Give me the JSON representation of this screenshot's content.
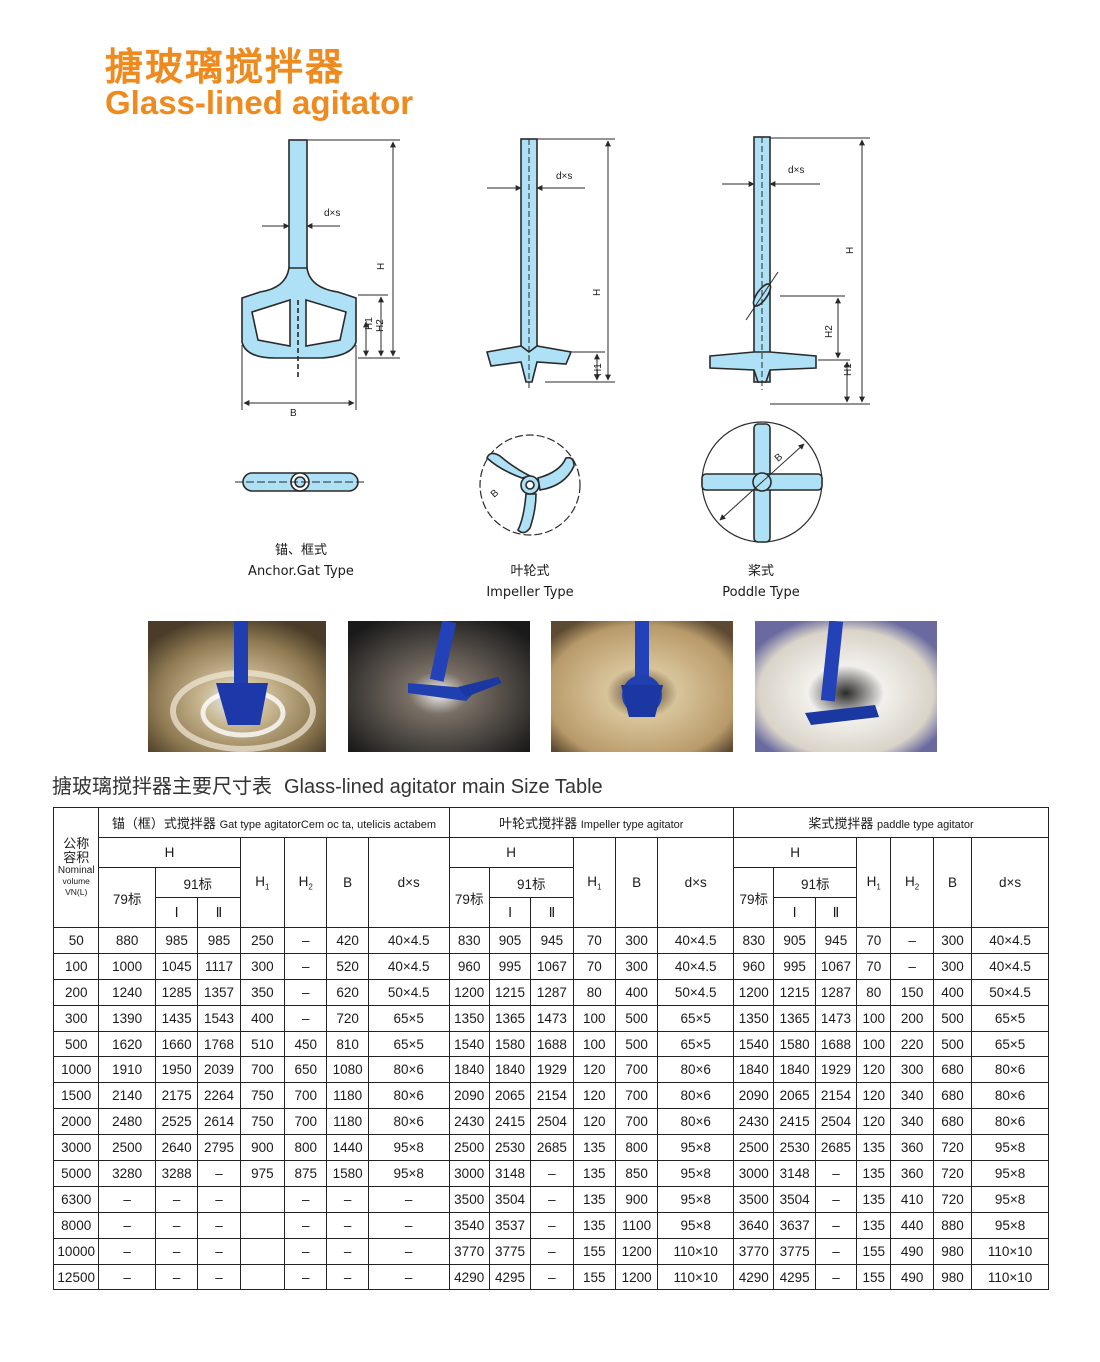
{
  "header": {
    "title_cn": "搪玻璃搅拌器",
    "title_en": "Glass-lined agitator"
  },
  "diagrams": {
    "anchor": {
      "caption_cn": "锚、框式",
      "caption_en": "Anchor.Gat Type",
      "label_dxs": "d×s",
      "label_H": "H",
      "label_H1": "H1",
      "label_H2": "H2",
      "label_B": "B"
    },
    "impeller": {
      "caption_cn": "叶轮式",
      "caption_en": "Impeller Type",
      "label_dxs": "d×s",
      "label_H": "H",
      "label_H1": "H1",
      "label_B": "B"
    },
    "paddle": {
      "caption_cn": "桨式",
      "caption_en": "Poddle Type",
      "label_dxs": "d×s",
      "label_H": "H",
      "label_H1": "H1",
      "label_H2": "H2",
      "label_B": "B"
    }
  },
  "colors": {
    "accent": "#ee8a1e",
    "agitator_blue": "#aee1f5",
    "outline": "#2a2a2a"
  },
  "table": {
    "title_cn": "搪玻璃搅拌器主要尺寸表",
    "title_en": "Glass-lined agitator main Size Table",
    "volume_header": {
      "cn1": "公称",
      "cn2": "容积",
      "en1": "Nominal",
      "en2": "volume",
      "en3": "VN(L)"
    },
    "groups": {
      "anchor": {
        "cn": "锚（框）式搅拌器",
        "en": "Gat type agitatorCem oc ta, utelicis actabem"
      },
      "impeller": {
        "cn": "叶轮式搅拌器",
        "en": "Impeller type agitator"
      },
      "paddle": {
        "cn": "桨式搅拌器",
        "en": "paddle type agitator"
      }
    },
    "sub": {
      "H": "H",
      "std79": "79标",
      "std91": "91标",
      "I": "Ⅰ",
      "II": "Ⅱ",
      "H1": "H",
      "H1sub": "1",
      "H2": "H",
      "H2sub": "2",
      "B": "B",
      "dxs": "d×s"
    },
    "rows": [
      [
        "50",
        "880",
        "985",
        "985",
        "250",
        "–",
        "420",
        "40×4.5",
        "830",
        "905",
        "945",
        "70",
        "300",
        "40×4.5",
        "830",
        "905",
        "945",
        "70",
        "–",
        "300",
        "40×4.5"
      ],
      [
        "100",
        "1000",
        "1045",
        "1117",
        "300",
        "–",
        "520",
        "40×4.5",
        "960",
        "995",
        "1067",
        "70",
        "300",
        "40×4.5",
        "960",
        "995",
        "1067",
        "70",
        "–",
        "300",
        "40×4.5"
      ],
      [
        "200",
        "1240",
        "1285",
        "1357",
        "350",
        "–",
        "620",
        "50×4.5",
        "1200",
        "1215",
        "1287",
        "80",
        "400",
        "50×4.5",
        "1200",
        "1215",
        "1287",
        "80",
        "150",
        "400",
        "50×4.5"
      ],
      [
        "300",
        "1390",
        "1435",
        "1543",
        "400",
        "–",
        "720",
        "65×5",
        "1350",
        "1365",
        "1473",
        "100",
        "500",
        "65×5",
        "1350",
        "1365",
        "1473",
        "100",
        "200",
        "500",
        "65×5"
      ],
      [
        "500",
        "1620",
        "1660",
        "1768",
        "510",
        "450",
        "810",
        "65×5",
        "1540",
        "1580",
        "1688",
        "100",
        "500",
        "65×5",
        "1540",
        "1580",
        "1688",
        "100",
        "220",
        "500",
        "65×5"
      ],
      [
        "1000",
        "1910",
        "1950",
        "2039",
        "700",
        "650",
        "1080",
        "80×6",
        "1840",
        "1840",
        "1929",
        "120",
        "700",
        "80×6",
        "1840",
        "1840",
        "1929",
        "120",
        "300",
        "680",
        "80×6"
      ],
      [
        "1500",
        "2140",
        "2175",
        "2264",
        "750",
        "700",
        "1180",
        "80×6",
        "2090",
        "2065",
        "2154",
        "120",
        "700",
        "80×6",
        "2090",
        "2065",
        "2154",
        "120",
        "340",
        "680",
        "80×6"
      ],
      [
        "2000",
        "2480",
        "2525",
        "2614",
        "750",
        "700",
        "1180",
        "80×6",
        "2430",
        "2415",
        "2504",
        "120",
        "700",
        "80×6",
        "2430",
        "2415",
        "2504",
        "120",
        "340",
        "680",
        "80×6"
      ],
      [
        "3000",
        "2500",
        "2640",
        "2795",
        "900",
        "800",
        "1440",
        "95×8",
        "2500",
        "2530",
        "2685",
        "135",
        "800",
        "95×8",
        "2500",
        "2530",
        "2685",
        "135",
        "360",
        "720",
        "95×8"
      ],
      [
        "5000",
        "3280",
        "3288",
        "–",
        "975",
        "875",
        "1580",
        "95×8",
        "3000",
        "3148",
        "–",
        "135",
        "850",
        "95×8",
        "3000",
        "3148",
        "–",
        "135",
        "360",
        "720",
        "95×8"
      ],
      [
        "6300",
        "–",
        "–",
        "–",
        "",
        "–",
        "–",
        "–",
        "3500",
        "3504",
        "–",
        "135",
        "900",
        "95×8",
        "3500",
        "3504",
        "–",
        "135",
        "410",
        "720",
        "95×8"
      ],
      [
        "8000",
        "–",
        "–",
        "–",
        "",
        "–",
        "–",
        "–",
        "3540",
        "3537",
        "–",
        "135",
        "1100",
        "95×8",
        "3640",
        "3637",
        "–",
        "135",
        "440",
        "880",
        "95×8"
      ],
      [
        "10000",
        "–",
        "–",
        "–",
        "",
        "–",
        "–",
        "–",
        "3770",
        "3775",
        "–",
        "155",
        "1200",
        "110×10",
        "3770",
        "3775",
        "–",
        "155",
        "490",
        "980",
        "110×10"
      ],
      [
        "12500",
        "–",
        "–",
        "–",
        "",
        "–",
        "–",
        "–",
        "4290",
        "4295",
        "–",
        "155",
        "1200",
        "110×10",
        "4290",
        "4295",
        "–",
        "155",
        "490",
        "980",
        "110×10"
      ]
    ]
  }
}
